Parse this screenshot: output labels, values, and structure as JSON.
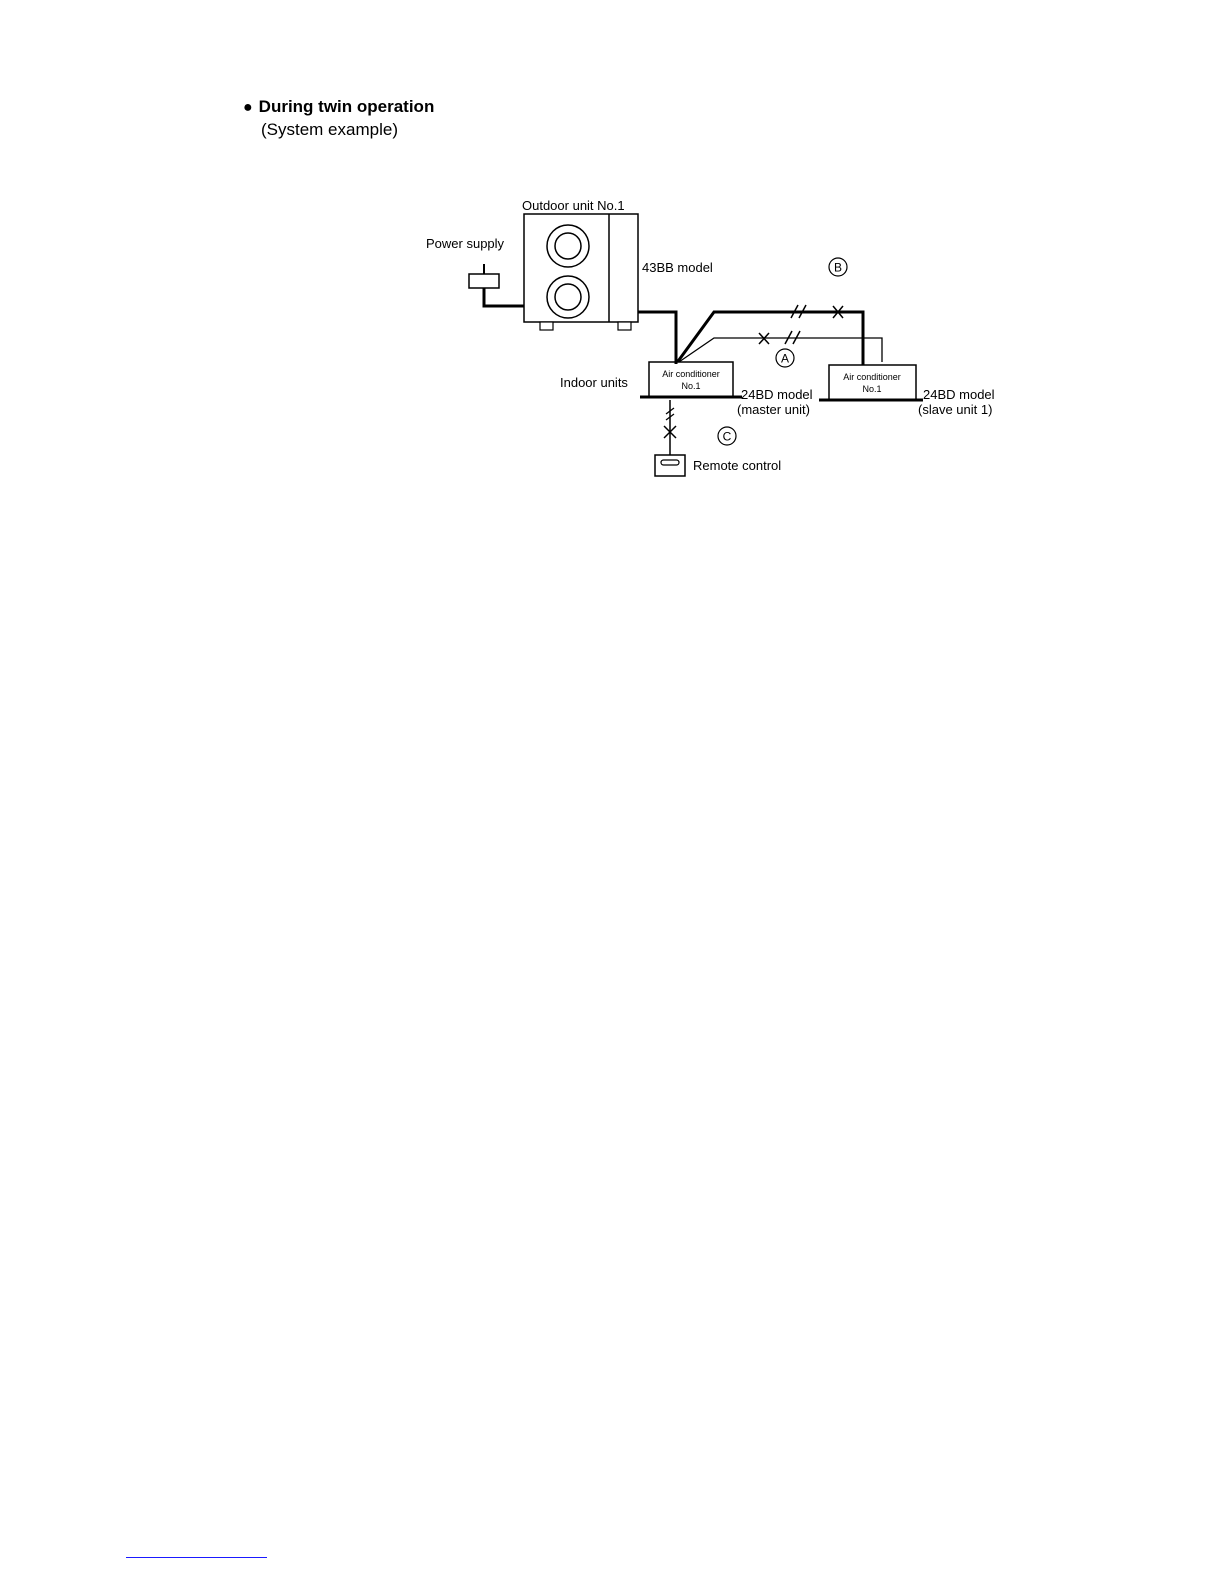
{
  "heading": {
    "title": "During twin operation",
    "subtitle": "(System example)"
  },
  "diagram": {
    "outdoor_unit_label": "Outdoor unit No.1",
    "power_supply_label": "Power supply",
    "outdoor_model_label": "43BB model",
    "indoor_units_label": "Indoor units",
    "unit_text_line1": "Air conditioner",
    "unit_text_line2": "No.1",
    "master_model_label": "24BD model",
    "master_role_label": "(master unit)",
    "slave_model_label": "24BD model",
    "slave_role_label": "(slave unit 1)",
    "remote_control_label": "Remote control",
    "marker_a": "A",
    "marker_b": "B",
    "marker_c": "C"
  },
  "colors": {
    "line": "#000000",
    "footer_rule": "#1a1aff"
  }
}
